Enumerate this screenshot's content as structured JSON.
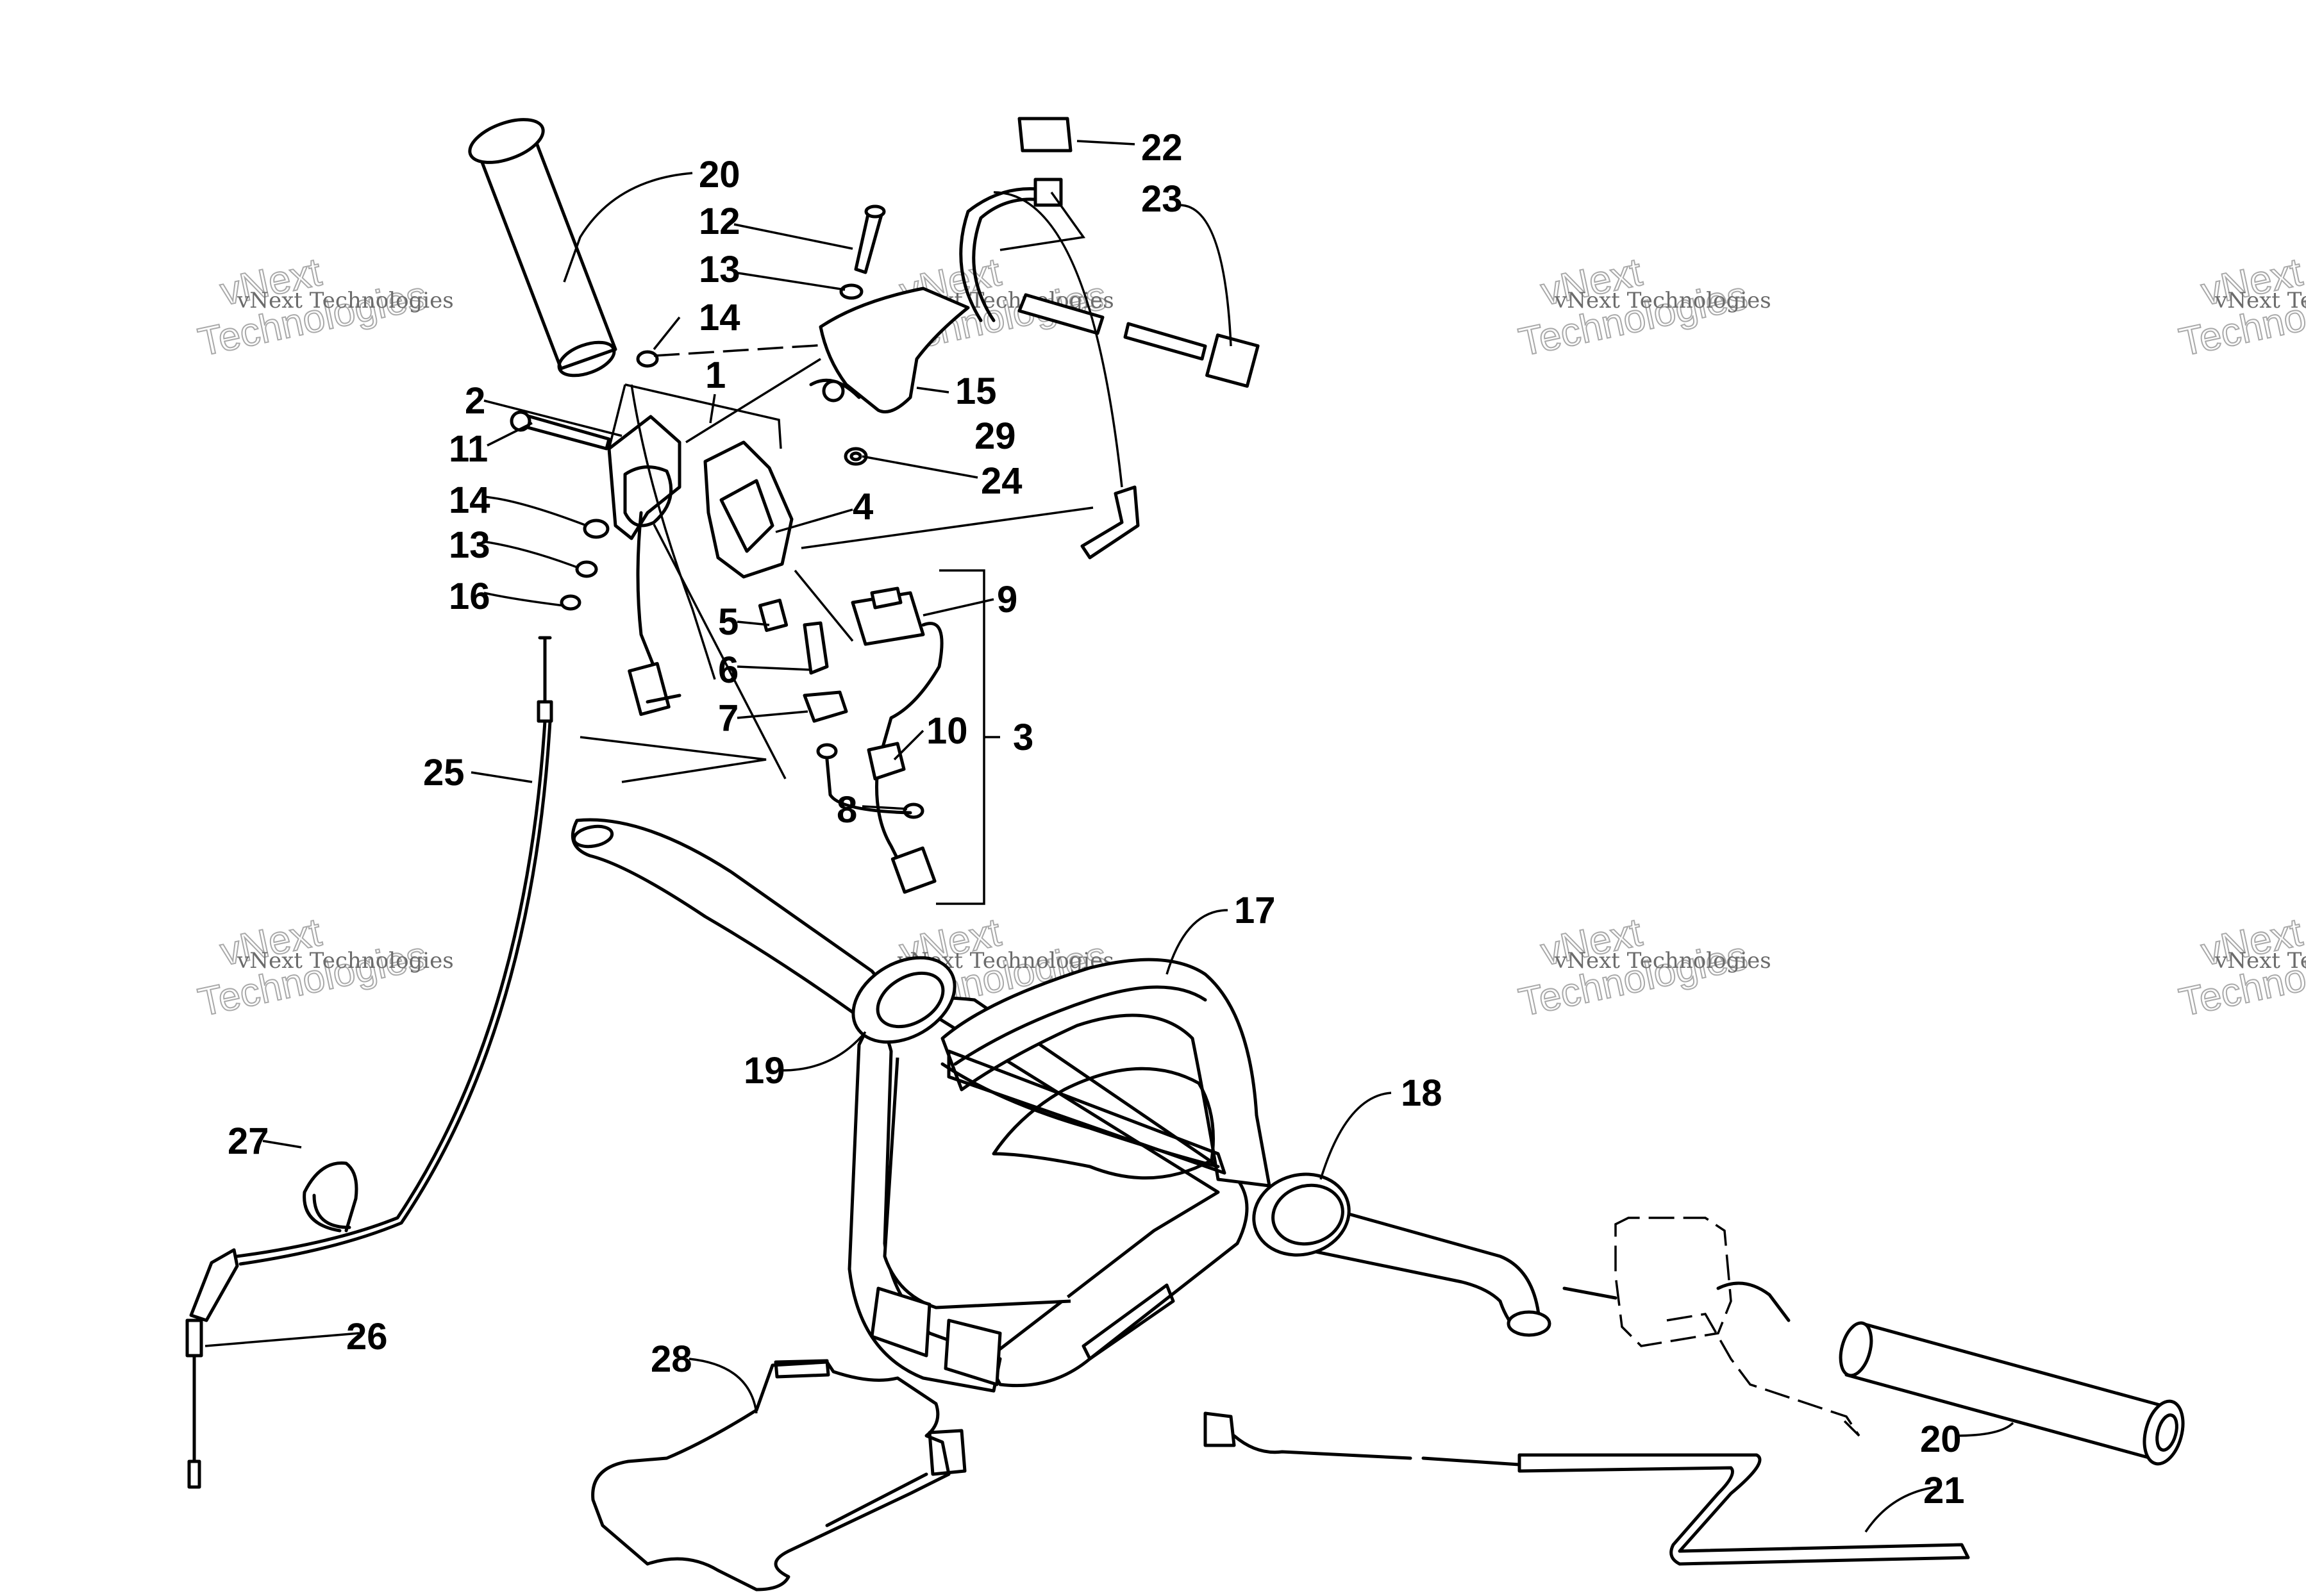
{
  "callouts": [
    "1",
    "2",
    "3",
    "4",
    "5",
    "6",
    "7",
    "8",
    "9",
    "10",
    "11",
    "12",
    "13",
    "13",
    "14",
    "14",
    "15",
    "16",
    "17",
    "18",
    "19",
    "20",
    "20",
    "21",
    "22",
    "23",
    "24",
    "25",
    "26",
    "27",
    "28",
    "29"
  ],
  "watermark": {
    "line": "vNext Technologies",
    "brand": "vNext",
    "word": "Technologies"
  }
}
